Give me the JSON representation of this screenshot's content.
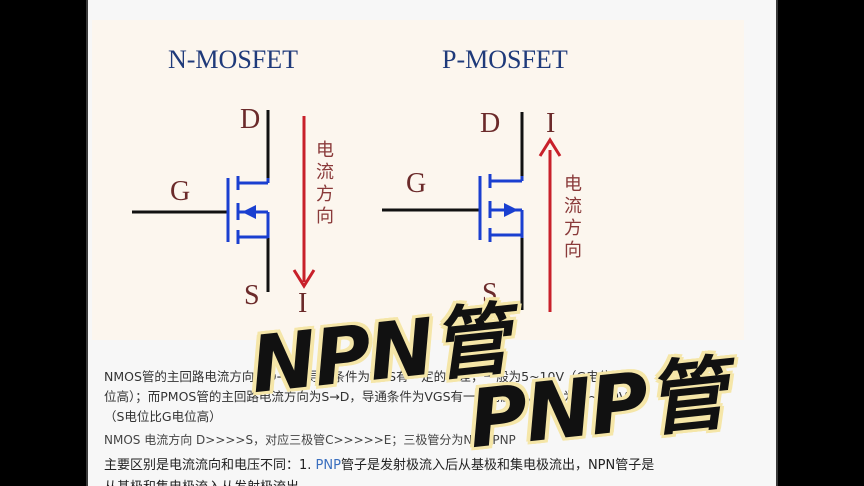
{
  "figure": {
    "nmos_title": "N-MOSFET",
    "pmos_title": "P-MOSFET",
    "label_d": "D",
    "label_g": "G",
    "label_s": "S",
    "label_i": "I",
    "current_direction": "电流方向",
    "colors": {
      "title": "#1f3a7a",
      "label": "#6b2a2a",
      "gate": "#1a3fd0",
      "arrow": "#c8202a",
      "line": "#111111"
    }
  },
  "text": {
    "line1": "NMOS管的主回路电流方向为D→S，导通条件为VGS有一定的压差，一般为5~10V（G电位比S电",
    "line2": "位高）；而PMOS管的主回路电流方向为S→D，导通条件为VGS有一定的压差，一般为-5~-10V",
    "line3": "（S电位比G电位高）",
    "line4": "NMOS 电流方向 D>>>>S，对应三极管C>>>>>E；三极管分为NPN PNP",
    "line5_prefix": " 主要区别是电流流向和电压不同：1.  ",
    "line5_link": "PNP",
    "line5_suffix": "管子是发射极流入后从基极和集电极流出，NPN管子是",
    "line6": "从基极和集电极流入从发射极流出"
  },
  "overlay": {
    "npn": "NPN管",
    "pnp": "PNP管"
  }
}
